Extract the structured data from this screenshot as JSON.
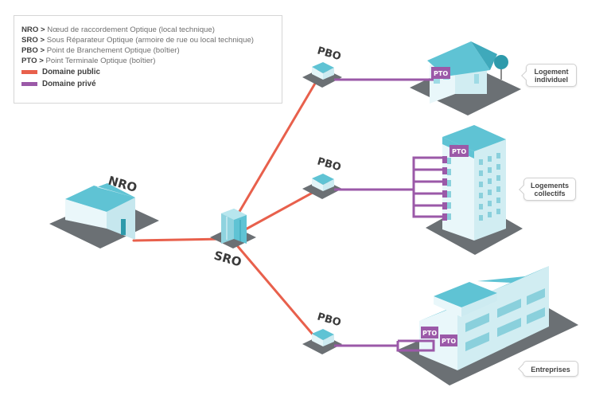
{
  "legend": {
    "rows": [
      {
        "abbr": "NRO",
        "text": "Nœud de raccordement Optique (local technique)"
      },
      {
        "abbr": "SRO",
        "text": "Sous Réparateur Optique (armoire de rue ou local technique)"
      },
      {
        "abbr": "PBO",
        "text": "Point de Branchement Optique (boîtier)"
      },
      {
        "abbr": "PTO",
        "text": "Point Terminale Optique (boîtier)"
      }
    ],
    "arrow": ">",
    "public_label": "Domaine public",
    "private_label": "Domaine privé"
  },
  "colors": {
    "public": "#e8604c",
    "private": "#9b59a8",
    "teal": "#5fc3d4",
    "ground": "#707579"
  },
  "nodes": {
    "nro": "NRO",
    "sro": "SRO",
    "pbo_top": "PBO",
    "pbo_mid": "PBO",
    "pbo_bottom": "PBO"
  },
  "pto_label": "PTO",
  "callouts": {
    "house_line1": "Logement",
    "house_line2": "individuel",
    "tower_line1": "Logements",
    "tower_line2": "collectifs",
    "office": "Entreprises"
  }
}
